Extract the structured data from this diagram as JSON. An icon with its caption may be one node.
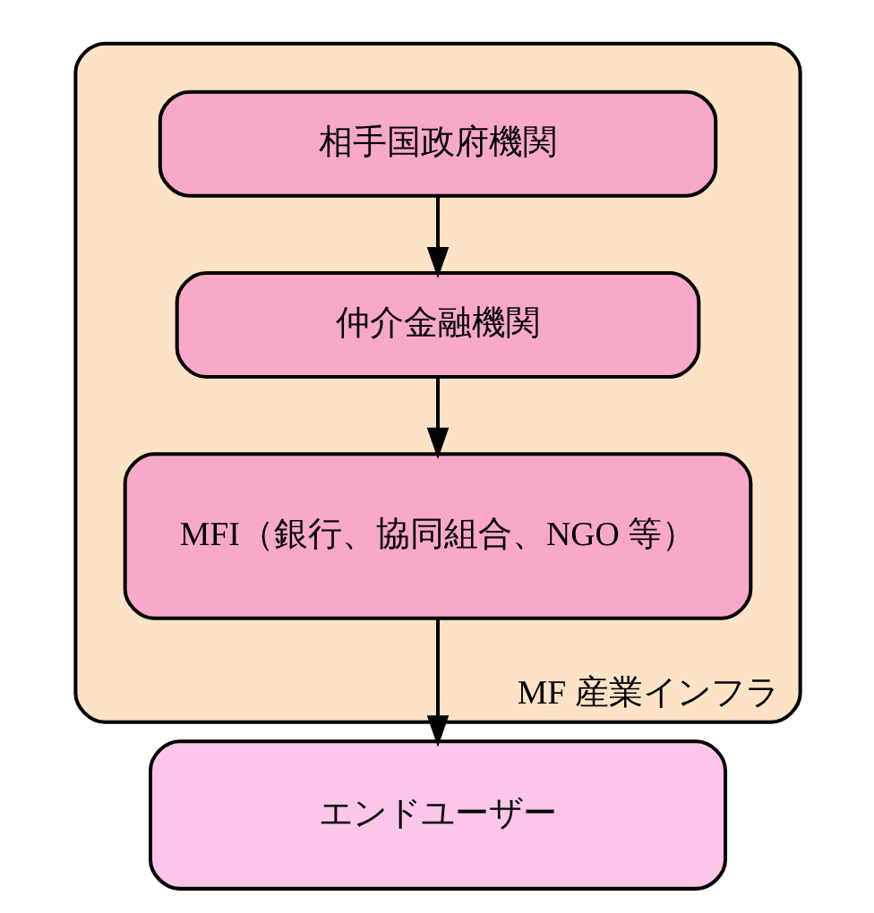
{
  "diagram": {
    "nodes": [
      {
        "text": [
          "MF 産業インフラ"
        ]
      },
      {
        "text": [
          "相手国政府機関"
        ],
        "in": 0
      },
      {
        "text": [
          "仲介金融機関"
        ],
        "in": 0
      },
      {
        "text": [
          "MFI（銀行、協同組合、NGO 等）"
        ],
        "in": 0
      },
      {
        "text": [
          "エンドユーザー"
        ]
      }
    ],
    "edges": [
      {
        "from": 1,
        "to": 2,
        "arrow": "to"
      },
      {
        "from": 2,
        "to": 3,
        "arrow": "to"
      },
      {
        "from": 3,
        "to": 4,
        "arrow": "to"
      }
    ]
  }
}
